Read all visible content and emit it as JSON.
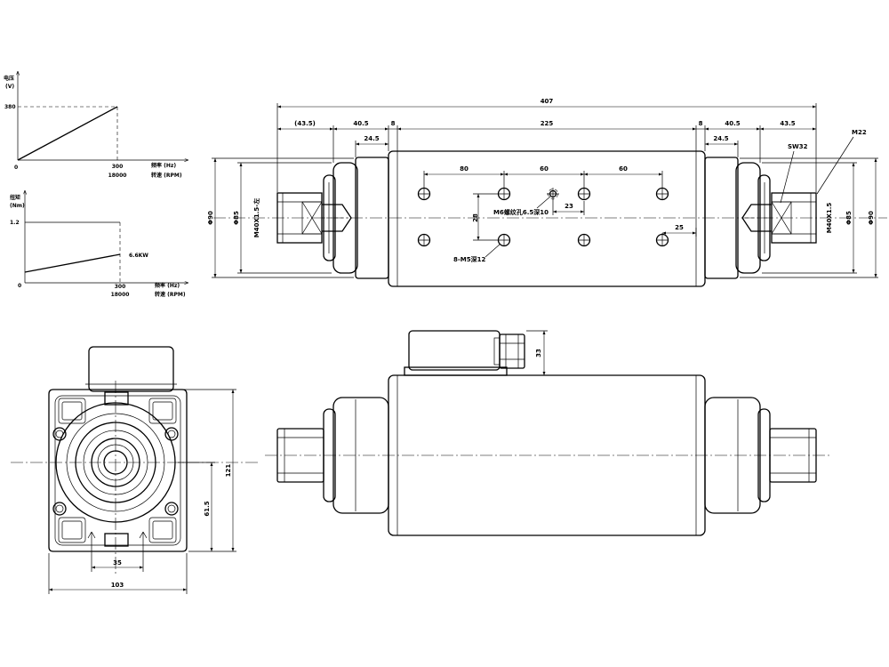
{
  "chart_voltage": {
    "y_label": "电压",
    "y_unit": "(V)",
    "y_value": "380",
    "x_origin": "0",
    "x_freq_tick": "300",
    "x_rpm_tick": "18000",
    "x_freq_label": "频率 (Hz)",
    "x_rpm_label": "转速 (RPM)"
  },
  "chart_torque": {
    "y_label": "扭矩",
    "y_unit": "(Nm)",
    "y_value": "1.2",
    "power_label": "6.6KW",
    "x_origin": "0",
    "x_freq_tick": "300",
    "x_rpm_tick": "18000",
    "x_freq_label": "频率 (Hz)",
    "x_rpm_label": "转速 (RPM)"
  },
  "top_view": {
    "overall_length": "407",
    "left_nut_length": "(43.5)",
    "left_housing_length": "40.5",
    "left_chamfer": "8",
    "body_length": "225",
    "right_chamfer": "8",
    "right_housing_length": "40.5",
    "right_nut_length": "43.5",
    "left_step": "24.5",
    "right_step": "24.5",
    "hole_pitch_1": "80",
    "hole_pitch_2": "60",
    "hole_pitch_3": "60",
    "center_hole_offset": "23",
    "hole_row_spacing": "28",
    "edge_offset": "25",
    "center_hole_note": "M6螺纹孔6.5深10",
    "mount_holes_note": "8-M5深12",
    "left_outer_dia": "Φ90",
    "left_inner_dia": "Φ85",
    "right_inner_dia": "Φ85",
    "right_outer_dia": "Φ90",
    "left_thread": "M40X1.5-左",
    "right_thread": "M40X1.5",
    "wrench_size": "SW32",
    "collet": "M22"
  },
  "front_view": {
    "height": "121",
    "center_height": "61.5",
    "foot_spacing": "35",
    "width": "103"
  },
  "side_view": {
    "terminal_height": "33"
  }
}
